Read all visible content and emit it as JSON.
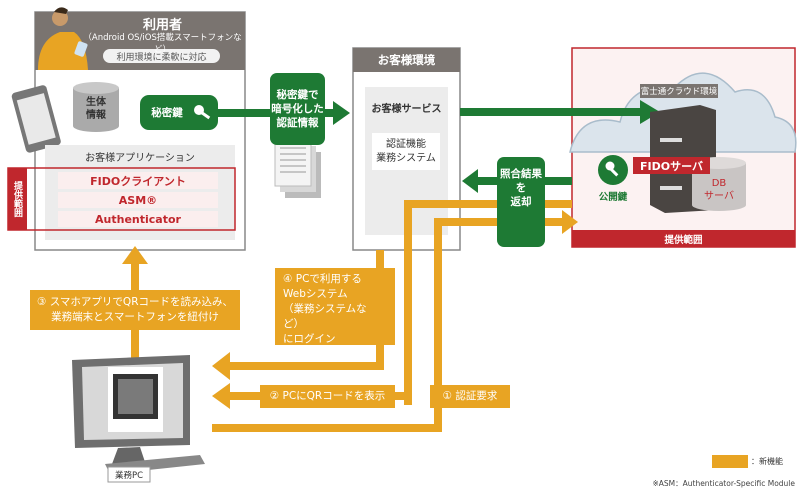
{
  "colors": {
    "new_feature": "#e8a423",
    "flow_green": "#1e7a34",
    "provided_red": "#c0272d",
    "header_gray": "#7a7470"
  },
  "user": {
    "title": "利用者",
    "subtitle": "（Android OS/iOS搭載スマートフォンなど）",
    "pill": "利用環境に柔軟に対応",
    "biometric": "生体\n情報",
    "private_key": "秘密鍵",
    "app_title": "お客様アプリケーション",
    "provided_label": "提供範囲",
    "components": [
      "FIDOクライアント",
      "ASM®",
      "Authenticator"
    ]
  },
  "encrypted_info": "秘密鍵で\n暗号化した\n認証情報",
  "customer_env": {
    "title": "お客様環境",
    "service": "お客様サービス",
    "auth_system": "認証機能\n業務システム"
  },
  "return_result": "照合結果を\n返却",
  "cloud": {
    "title": "富士通クラウド環境",
    "fido_server": "FIDOサーバ",
    "db_server": "DB\nサーバ",
    "public_key": "公開鍵",
    "provided_label": "提供範囲"
  },
  "steps": {
    "step1": "① 認証要求",
    "step2": "② PCにQRコードを表示",
    "step3": "③ スマホアプリでQRコードを読み込み、\n業務端末とスマートフォンを紐付け",
    "step4": "④ PCで利用する\nWebシステム\n（業務システムなど）\nにログイン"
  },
  "pc_label": "業務PC",
  "legend": {
    "new_feature": "：新機能"
  },
  "footnote": "※ASM：Authenticator-Specific Module"
}
